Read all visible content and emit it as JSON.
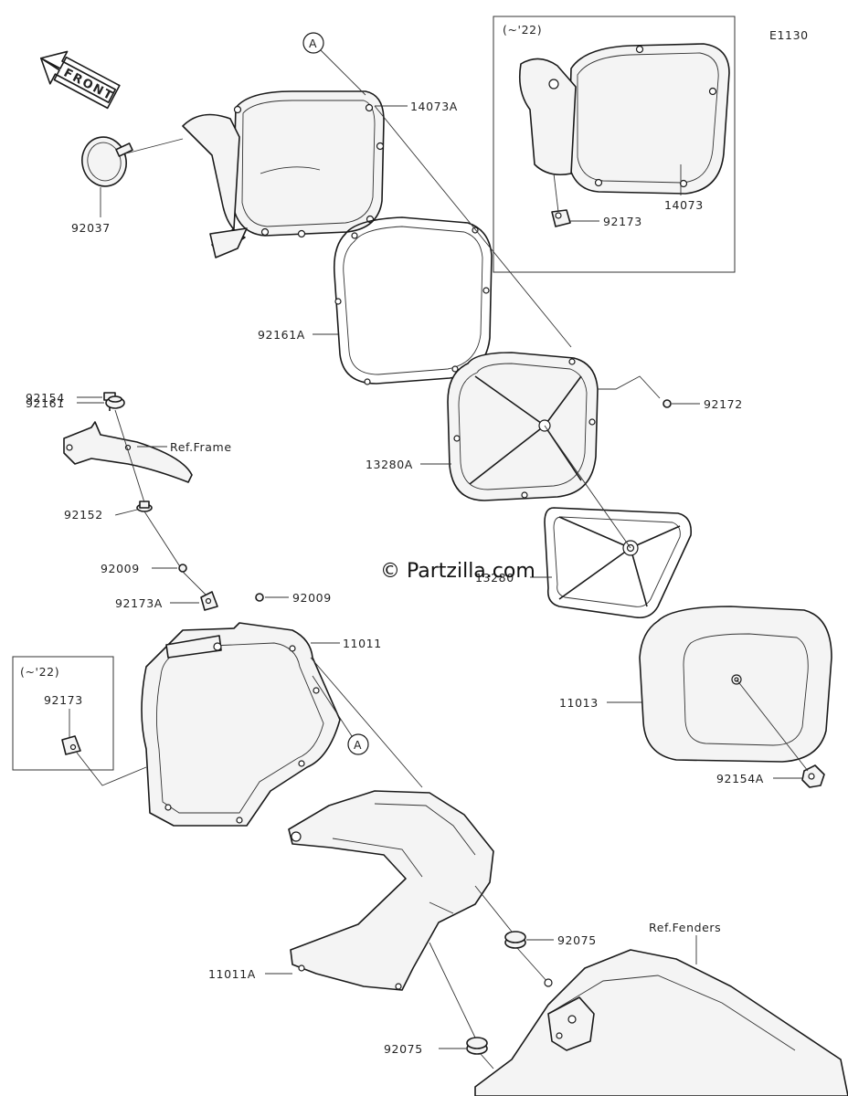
{
  "diagram_code": "E1130",
  "front_label": "FRONT",
  "watermark": "© Partzilla.com",
  "callouts": [
    "A",
    "A"
  ],
  "inset_labels": [
    "(~'22)",
    "(~'22)"
  ],
  "parts": [
    {
      "number": "14073A"
    },
    {
      "number": "92037"
    },
    {
      "number": "14073"
    },
    {
      "number": "92173"
    },
    {
      "number": "92161A"
    },
    {
      "number": "92154"
    },
    {
      "number": "92161"
    },
    {
      "number": "Ref.Frame"
    },
    {
      "number": "92172"
    },
    {
      "number": "13280A"
    },
    {
      "number": "92152"
    },
    {
      "number": "13280"
    },
    {
      "number": "92009"
    },
    {
      "number": "92009"
    },
    {
      "number": "92173A"
    },
    {
      "number": "11011"
    },
    {
      "number": "92173"
    },
    {
      "number": "11013"
    },
    {
      "number": "92154A"
    },
    {
      "number": "92075"
    },
    {
      "number": "Ref.Fenders"
    },
    {
      "number": "11011A"
    },
    {
      "number": "92075"
    }
  ]
}
